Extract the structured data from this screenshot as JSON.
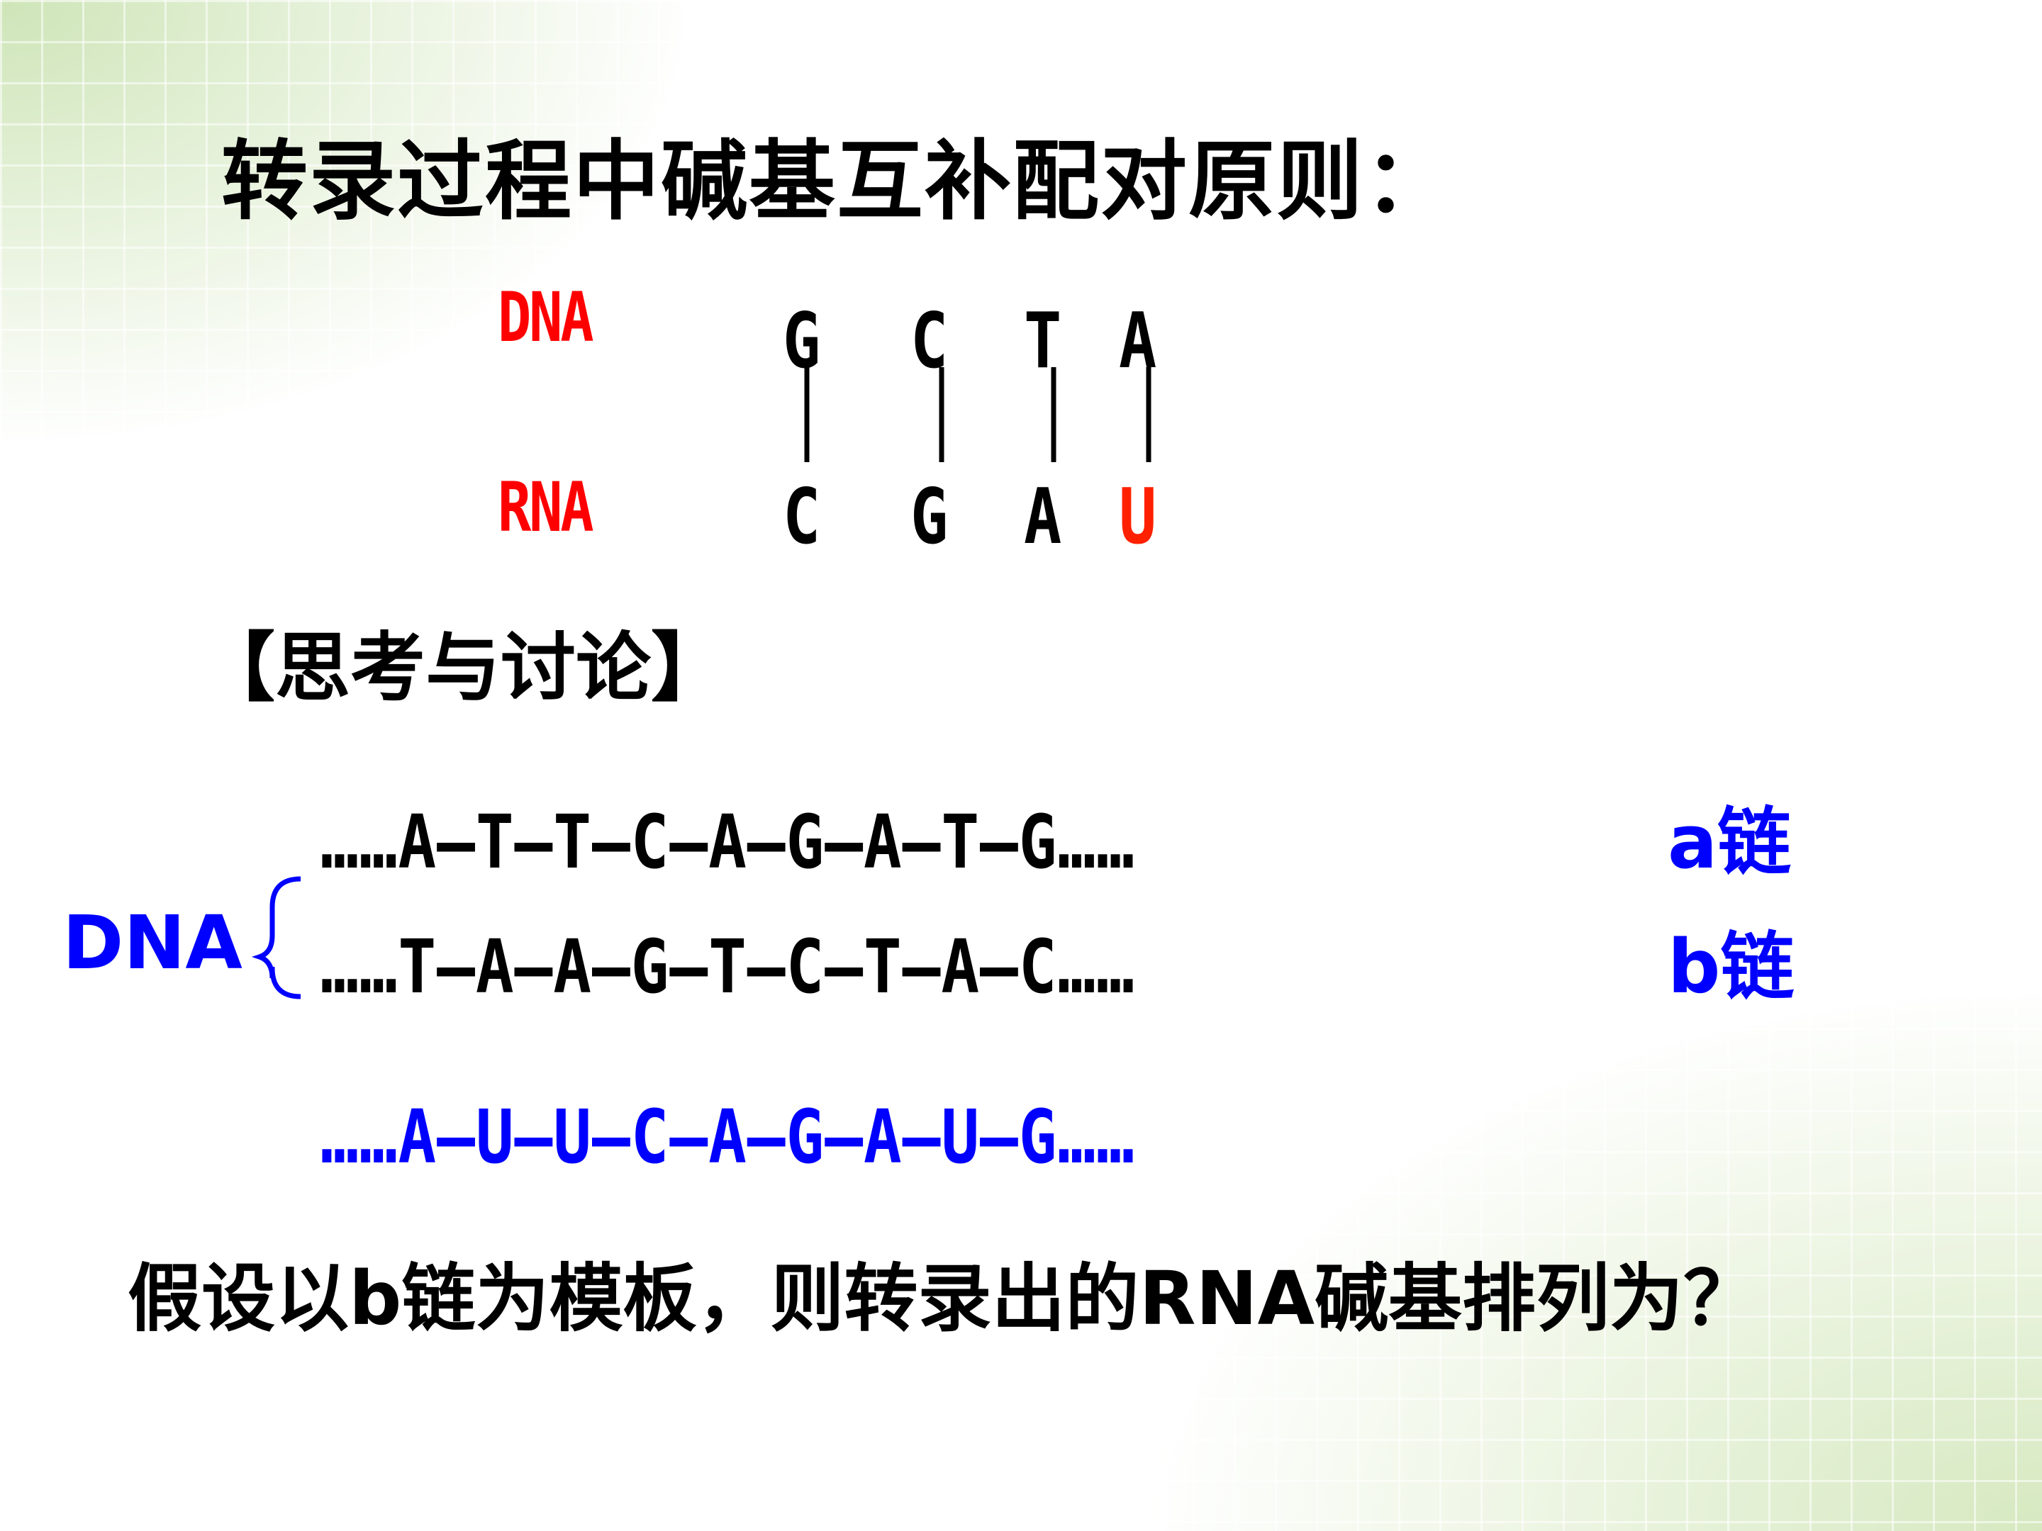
{
  "title": "转录过程中碱基互补配对原则：",
  "pairing": {
    "dna_label": "DNA",
    "rna_label": "RNA",
    "dna_bases": [
      "G",
      "C",
      "T",
      "A"
    ],
    "rna_bases": [
      "C",
      "G",
      "A",
      "U"
    ]
  },
  "discussion_heading": "【思考与讨论】",
  "dna_bracket_label": "DNA",
  "strands": {
    "a_strand": "……A—T—T—C—A—G—A—T—G……",
    "a_label": "a链",
    "b_strand": "……T—A—A—G—T—C—T—A—C……",
    "b_label": "b链",
    "rna_strand": "……A—U—U—C—A—G—A—U—G……"
  },
  "question": "假设以b链为模板，则转录出的RNA碱基排列为？",
  "colors": {
    "red": "#ff0000",
    "blue": "#0000ff",
    "black": "#000000"
  }
}
